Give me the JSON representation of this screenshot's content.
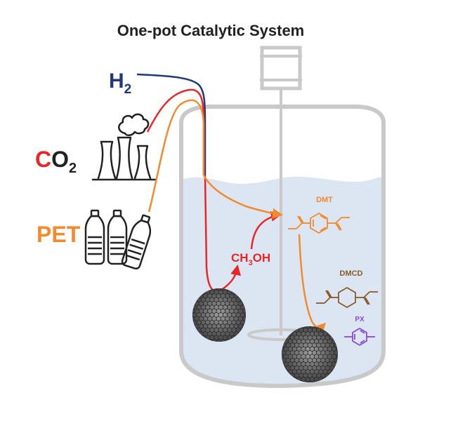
{
  "title": "One-pot Catalytic System",
  "inputs": {
    "h2": {
      "main": "H",
      "sub": "2"
    },
    "co2": {
      "c": "C",
      "o": "O",
      "sub": "2"
    },
    "pet": "PET"
  },
  "intermediate": {
    "pre": "CH",
    "sub": "3",
    "post": "OH"
  },
  "products": {
    "dmt": "DMT",
    "dmcd": "DMCD",
    "px": "PX"
  },
  "colors": {
    "h2": "#1f3a78",
    "co2": "#e8262a",
    "pet": "#f28a2e",
    "ch3oh": "#e8262a",
    "dmt": "#f28a2e",
    "dmcd": "#8a5a2b",
    "px": "#8a4be0",
    "liquid": "#dbe6f2",
    "vessel": "#c9c9c9",
    "catalyst": "#4a4a4a"
  },
  "icons": [
    "factory-smoke-icon",
    "plastic-bottle-icon",
    "stirrer-icon",
    "catalyst-nanoparticle-icon"
  ]
}
